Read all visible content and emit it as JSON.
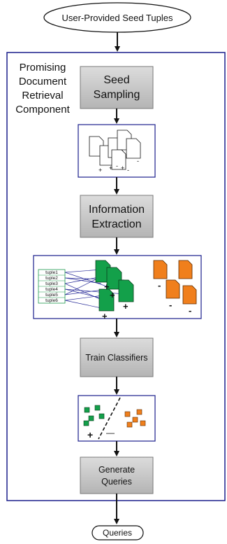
{
  "diagram": {
    "input_label": "User-Provided Seed Tuples",
    "component_label": [
      "Promising",
      "Document",
      "Retrieval",
      "Component"
    ],
    "steps": {
      "seed_sampling": [
        "Seed",
        "Sampling"
      ],
      "information_extraction": [
        "Information",
        "Extraction"
      ],
      "train_classifiers": [
        "Train Classifiers"
      ],
      "generate_queries": [
        "Generate",
        "Queries"
      ]
    },
    "sampled_doc_marks": [
      "+",
      "+",
      "-",
      "+",
      "-",
      "-"
    ],
    "tuples": [
      "tuple1",
      "tuple2",
      "tuple3",
      "tuple4",
      "tuple5",
      "tuple6"
    ],
    "extraction_marks": {
      "positive": [
        "+",
        "+",
        "+",
        "+"
      ],
      "negative": [
        "-",
        "-",
        "-"
      ]
    },
    "classifier_marks": {
      "positive": "+",
      "negative": "—"
    },
    "output_label": "Queries",
    "colors": {
      "frame": "#1a1f8c",
      "step_fill": "#c7c7c7",
      "positive_doc": "#13a04a",
      "negative_doc": "#f07f1c",
      "tuple_green": "#1f9a4e"
    }
  }
}
